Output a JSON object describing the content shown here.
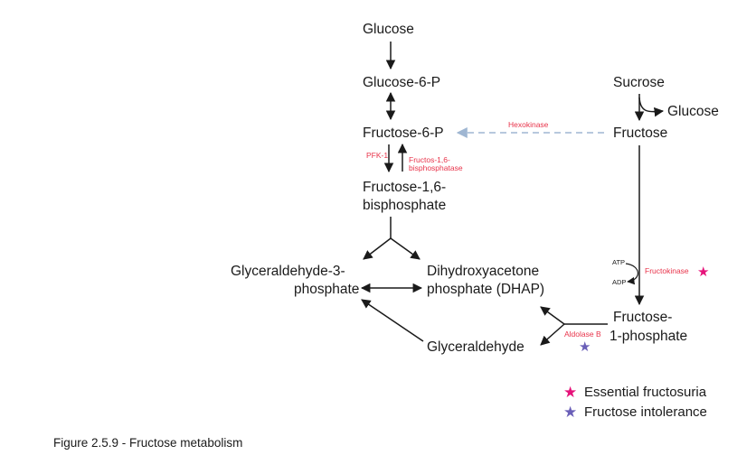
{
  "nodes": {
    "glucose_top": "Glucose",
    "glucose_6p": "Glucose-6-P",
    "fructose_6p": "Fructose-6-P",
    "fructose_16bp_line1": "Fructose-1,6-",
    "fructose_16bp_line2": "bisphosphate",
    "g3p_line1": "Glyceraldehyde-3-",
    "g3p_line2": "phosphate",
    "dhap_line1": "Dihydroxyacetone",
    "dhap_line2": "phosphate (DHAP)",
    "glyceraldehyde": "Glyceraldehyde",
    "sucrose": "Sucrose",
    "glucose_right": "Glucose",
    "fructose": "Fructose",
    "f1p_line1": "Fructose-",
    "f1p_line2": "1-phosphate"
  },
  "enzymes": {
    "hexokinase": "Hexokinase",
    "pfk1": "PFK-1",
    "fbpase_line1": "Fructos-1,6-",
    "fbpase_line2": "bisphosphatase",
    "fructokinase": "Fructokinase",
    "aldolase_b": "Aldolase B"
  },
  "cofactors": {
    "atp": "ATP",
    "adp": "ADP"
  },
  "legend": {
    "items": [
      {
        "label": "Essential fructosuria",
        "color": "#e6137a"
      },
      {
        "label": "Fructose intolerance",
        "color": "#6a5fb8"
      }
    ]
  },
  "caption": "Figure 2.5.9 - Fructose metabolism",
  "colors": {
    "arrow": "#1a1a1a",
    "dashed_arrow": "#9fb6d2",
    "enzyme_text": "#e8334a",
    "star_pink": "#e6137a",
    "star_purple": "#6a5fb8"
  }
}
